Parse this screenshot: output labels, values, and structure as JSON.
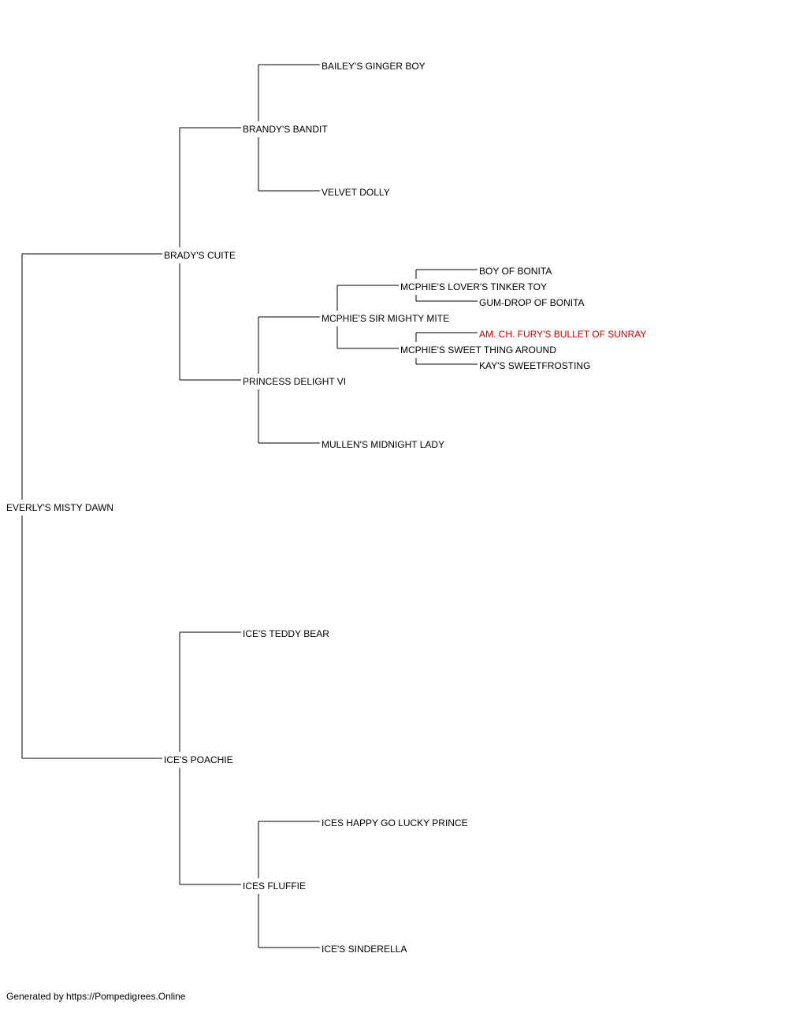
{
  "pedigree": {
    "subject": {
      "id": "subject",
      "name": "EVERLY'S MISTY DAWN"
    },
    "nodes": [
      {
        "id": "sire",
        "parent": "subject",
        "name": "BRADY'S CUITE"
      },
      {
        "id": "dam",
        "parent": "subject",
        "name": "ICE'S POACHIE"
      },
      {
        "id": "sire_sire",
        "parent": "sire",
        "name": "BRANDY'S BANDIT"
      },
      {
        "id": "sire_dam",
        "parent": "sire",
        "name": "PRINCESS DELIGHT VI"
      },
      {
        "id": "dam_sire",
        "parent": "dam",
        "name": "ICE'S TEDDY BEAR"
      },
      {
        "id": "dam_dam",
        "parent": "dam",
        "name": "ICES FLUFFIE"
      },
      {
        "id": "ss_sire",
        "parent": "sire_sire",
        "name": "BAILEY'S GINGER BOY"
      },
      {
        "id": "ss_dam",
        "parent": "sire_sire",
        "name": "VELVET DOLLY"
      },
      {
        "id": "sd_sire",
        "parent": "sire_dam",
        "name": "MCPHIE'S SIR MIGHTY MITE"
      },
      {
        "id": "sd_dam",
        "parent": "sire_dam",
        "name": "MULLEN'S MIDNIGHT LADY"
      },
      {
        "id": "dd_sire",
        "parent": "dam_dam",
        "name": "ICES HAPPY GO LUCKY PRINCE"
      },
      {
        "id": "dd_dam",
        "parent": "dam_dam",
        "name": "ICE'S SINDERELLA"
      },
      {
        "id": "sds_sire",
        "parent": "sd_sire",
        "name": "MCPHIE'S LOVER'S TINKER TOY"
      },
      {
        "id": "sds_dam",
        "parent": "sd_sire",
        "name": "MCPHIE'S SWEET THING AROUND"
      },
      {
        "id": "sdss_sire",
        "parent": "sds_sire",
        "name": "BOY OF BONITA"
      },
      {
        "id": "sdss_dam",
        "parent": "sds_sire",
        "name": "GUM-DROP OF BONITA"
      },
      {
        "id": "sdsd_sire",
        "parent": "sds_dam",
        "name": "AM. CH. FURY'S BULLET OF SUNRAY",
        "highlight": true
      },
      {
        "id": "sdsd_dam",
        "parent": "sds_dam",
        "name": "KAY'S SWEETFROSTING"
      }
    ]
  },
  "colors": {
    "line": "#000000",
    "text": "#000000",
    "highlight": "#cc0000"
  },
  "footer": {
    "text": "Generated by https://Pompedigrees.Online"
  }
}
